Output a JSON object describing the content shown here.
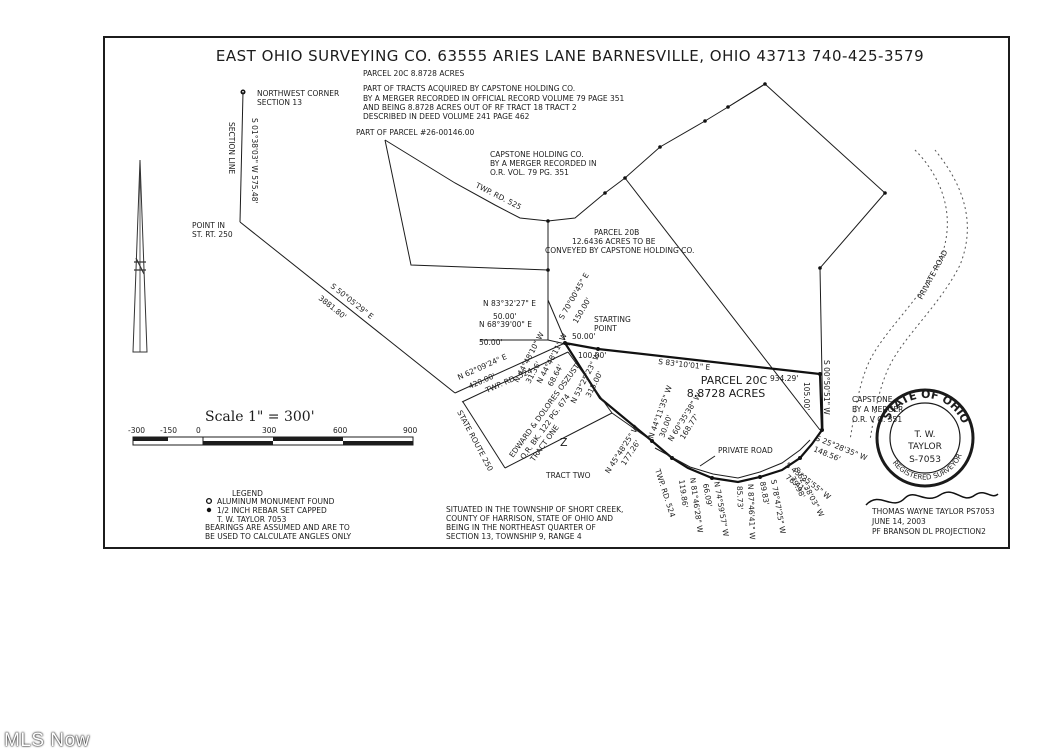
{
  "title": "EAST OHIO SURVEYING CO. 63555 ARIES LANE BARNESVILLE, OHIO 43713 740-425-3579",
  "parcel_header": {
    "name": "PARCEL 20C  8.8728 ACRES",
    "desc_lines": [
      "PART OF TRACTS ACQUIRED BY CAPSTONE HOLDING CO.",
      "BY A MERGER RECORDED IN OFFICIAL RECORD VOLUME 79 PAGE 351",
      "AND BEING 8.8728 ACRES OUT OF RF TRACT 18 TRACT 2",
      "DESCRIBED IN DEED VOLUME 241 PAGE 462"
    ],
    "part_of": "PART OF PARCEL #26-00146.00"
  },
  "capstone_note": [
    "CAPSTONE HOLDING CO.",
    "BY A MERGER RECORDED IN",
    "O.R. VOL. 79 PG. 351"
  ],
  "parcel_20b": [
    "PARCEL 20B",
    "12.6436 ACRES TO BE",
    "CONVEYED BY CAPSTONE HOLDING CO."
  ],
  "nw_corner": [
    "NORTHWEST CORNER",
    "SECTION 13"
  ],
  "section_line": "SECTION LINE",
  "section_bearing": "S 01°38'03\" W  575.48'",
  "point_in": [
    "POINT IN",
    "ST. RT. 250"
  ],
  "main_bearing": "S 50°05'29\" E",
  "main_distance": "3881.80'",
  "twp_rd_525": "TWP. RD. 525",
  "private_road_ne": "PRIVATE ROAD",
  "starting_point": [
    "STARTING",
    "POINT"
  ],
  "bearings_nw": [
    {
      "bearing": "N 83°32'27\" E",
      "dist": "50.00'"
    },
    {
      "bearing": "S 70°00'45\" E",
      "dist": "150.00'"
    },
    {
      "bearing": "N 68°39'00\" E",
      "dist": "50.00'"
    },
    {
      "bearing": "",
      "dist": "50.00'"
    },
    {
      "bearing": "N 62°09'24\" E",
      "dist": "420.00'"
    }
  ],
  "twp_rd_524": "TWP. RD. 524",
  "line_44": {
    "bearing": "N 44°48'10\" W",
    "dist1": "31.36'",
    "bearing2": "N 44°48'11\" W",
    "dist2": "68.64'"
  },
  "line_100": "100.00'",
  "north_line": {
    "bearing": "S 83°10'01\" E",
    "dist": "934.29'"
  },
  "parcel_20c": [
    "PARCEL 20C",
    "8.8728 ACRES"
  ],
  "east_line": {
    "bearing": "S 00°50'51\" W",
    "dist": "105.00'"
  },
  "owner_oszust": [
    "EDWARD & DOLORES OSZUST",
    "O.R. BK. 122 PG. 674",
    "TRACT ONE"
  ],
  "tract_two": "TRACT TWO",
  "sw_line": {
    "bearing": "N 53°25'23\" W",
    "dist": "315.00'"
  },
  "line_45": {
    "bearing": "N 45°48'25\" W",
    "dist": "177.26'"
  },
  "state_route": "STATE ROUTE 250",
  "line_small_1": {
    "bearing": "N 44°11'35\" W",
    "dist": "30.00'"
  },
  "line_small_2": {
    "bearing": "N 60°35'38\" W",
    "dist": "168.77'"
  },
  "private_road": "PRIVATE ROAD",
  "twp_rd_524_s": "TWP. RD. 524",
  "bottom_calls": [
    {
      "bearing": "N 81°46'28\" W",
      "dist": "119.86'"
    },
    {
      "bearing": "N 74°59'57\" W",
      "dist": "66.09'"
    },
    {
      "bearing": "N 87°46'41\" W",
      "dist": "85.73'"
    },
    {
      "bearing": "S 78°47'25\" W",
      "dist": "89.83'"
    },
    {
      "bearing": "S 62°38'03\" W",
      "dist": "79.98'"
    },
    {
      "bearing": "S 43°25'55\" W",
      "dist": "78.41'"
    },
    {
      "bearing": "S 25°28'35\" W",
      "dist": "148.56'"
    }
  ],
  "capstone_small": [
    "CAPSTONE",
    "BY A MERGER",
    "O.R. V     G. 351"
  ],
  "seal": {
    "ring": "STATE OF OHIO",
    "name": "T. W.",
    "surname": "TAYLOR",
    "number": "S-7053",
    "bottom": "REGISTERED SURVEYOR"
  },
  "signature_block": [
    "THOMAS WAYNE TAYLOR PS7053",
    "JUNE 14, 2003",
    "PF BRANSON DL PROJECTION2"
  ],
  "scale": {
    "title": "Scale  1\" = 300'",
    "ticks": [
      "-300",
      "-150",
      "0",
      "300",
      "600",
      "900"
    ]
  },
  "legend": {
    "title": "LEGEND",
    "items": [
      "ALUMINUM MONUMENT FOUND",
      "1/2 INCH REBAR SET CAPPED",
      "T. W. TAYLOR 7053"
    ],
    "notes": [
      "BEARINGS ARE ASSUMED AND ARE TO",
      "BE USED TO CALCULATE ANGLES ONLY"
    ]
  },
  "situated": [
    "SITUATED IN THE TOWNSHIP OF SHORT CREEK,",
    "COUNTY OF HARRISON, STATE OF OHIO AND",
    "BEING IN THE NORTHEAST QUARTER OF",
    "SECTION 13, TOWNSHIP 9, RANGE 4"
  ],
  "watermark": "MLS Now"
}
